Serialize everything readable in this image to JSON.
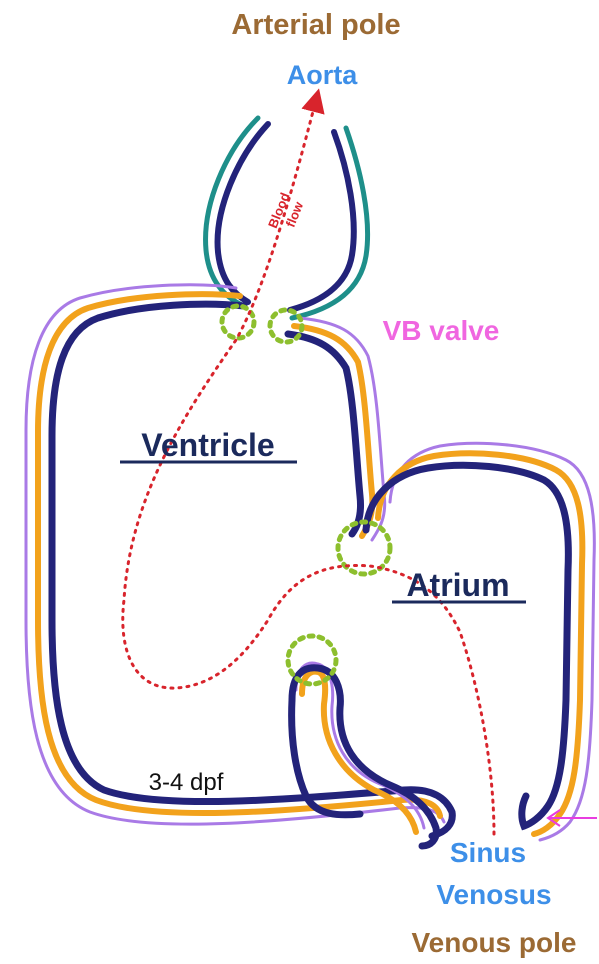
{
  "labels": {
    "arterial_pole": "Arterial pole",
    "aorta": "Aorta",
    "blood_flow_line1": "Blood",
    "blood_flow_line2": "flow",
    "vb_valve": "VB valve",
    "ventricle": "Ventricle",
    "atrium": "Atrium",
    "stage": "3-4 dpf",
    "sinus": "Sinus",
    "venosus": "Venosus",
    "venous_pole": "Venous pole"
  },
  "colors": {
    "brown_label": "#9b6a34",
    "blue_label": "#3d8fe8",
    "magenta_label": "#f066e0",
    "dark_navy_label": "#1b2a5c",
    "endocardium_navy": "#23237a",
    "myocardium_orange": "#f2a21c",
    "epicardium_purple": "#a97ae6",
    "outflow_teal": "#1e8f8a",
    "valve_green": "#8dbf2e",
    "flow_red": "#d8242c",
    "arrow_magenta": "#e83de0"
  }
}
